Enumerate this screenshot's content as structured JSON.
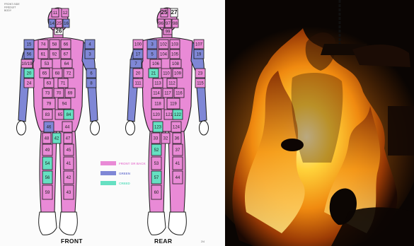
{
  "header_text": [
    "FRONT-SIDE",
    "FIRESUIT",
    "BODY"
  ],
  "views": {
    "front": {
      "label": "FRONT"
    },
    "rear": {
      "label": "REAR"
    }
  },
  "corner_mark": "2/4",
  "colors": {
    "pink": "#e98ad6",
    "blue": "#7f87d6",
    "teal": "#66e0c2",
    "white": "#ffffff",
    "outline": "#1a1a1a"
  },
  "legend": [
    {
      "color": "pink",
      "text": "FRONT OR BACK"
    },
    {
      "color": "blue",
      "text": "GREEN"
    },
    {
      "color": "teal",
      "text": "CREED"
    }
  ],
  "front_zones": [
    {
      "n": "11",
      "c": "pink"
    },
    {
      "n": "12",
      "c": "pink"
    },
    {
      "n": "14",
      "c": "blue"
    },
    {
      "n": "25",
      "c": "pink"
    },
    {
      "n": "16",
      "c": "blue"
    },
    {
      "n": "26",
      "c": "white"
    },
    {
      "n": "15",
      "c": "blue"
    },
    {
      "n": "74",
      "c": "pink"
    },
    {
      "n": "58",
      "c": "pink"
    },
    {
      "n": "66",
      "c": "pink"
    },
    {
      "n": "4",
      "c": "blue"
    },
    {
      "n": "56",
      "c": "blue"
    },
    {
      "n": "61",
      "c": "pink"
    },
    {
      "n": "92",
      "c": "pink"
    },
    {
      "n": "67",
      "c": "pink"
    },
    {
      "n": "3",
      "c": "blue"
    },
    {
      "n": "10/19",
      "c": "pink"
    },
    {
      "n": "53",
      "c": "pink"
    },
    {
      "n": "64",
      "c": "pink"
    },
    {
      "n": "20",
      "c": "teal"
    },
    {
      "n": "65",
      "c": "pink"
    },
    {
      "n": "68",
      "c": "pink"
    },
    {
      "n": "72",
      "c": "pink"
    },
    {
      "n": "6",
      "c": "blue"
    },
    {
      "n": "24",
      "c": "pink"
    },
    {
      "n": "63",
      "c": "pink"
    },
    {
      "n": "71",
      "c": "pink"
    },
    {
      "n": "8",
      "c": "blue"
    },
    {
      "n": "73",
      "c": "pink"
    },
    {
      "n": "70",
      "c": "pink"
    },
    {
      "n": "69",
      "c": "pink"
    },
    {
      "n": "79",
      "c": "pink"
    },
    {
      "n": "94",
      "c": "pink"
    },
    {
      "n": "83",
      "c": "pink"
    },
    {
      "n": "65",
      "c": "pink"
    },
    {
      "n": "84",
      "c": "teal"
    },
    {
      "n": "46",
      "c": "blue"
    },
    {
      "n": "44",
      "c": "pink"
    },
    {
      "n": "48",
      "c": "pink"
    },
    {
      "n": "42",
      "c": "teal"
    },
    {
      "n": "47",
      "c": "pink"
    },
    {
      "n": "49",
      "c": "pink"
    },
    {
      "n": "45",
      "c": "pink"
    },
    {
      "n": "54",
      "c": "teal"
    },
    {
      "n": "41",
      "c": "pink"
    },
    {
      "n": "56",
      "c": "teal"
    },
    {
      "n": "42",
      "c": "pink"
    },
    {
      "n": "59",
      "c": "pink"
    },
    {
      "n": "43",
      "c": "pink"
    }
  ],
  "rear_zones": [
    {
      "n": "25",
      "c": "pink"
    },
    {
      "n": "27",
      "c": "white"
    },
    {
      "n": "96",
      "c": "pink"
    },
    {
      "n": "97",
      "c": "pink"
    },
    {
      "n": "98",
      "c": "pink"
    },
    {
      "n": "99",
      "c": "pink"
    },
    {
      "n": "100",
      "c": "pink"
    },
    {
      "n": "3",
      "c": "blue"
    },
    {
      "n": "102",
      "c": "pink"
    },
    {
      "n": "103",
      "c": "pink"
    },
    {
      "n": "107",
      "c": "pink"
    },
    {
      "n": "17",
      "c": "blue"
    },
    {
      "n": "5",
      "c": "blue"
    },
    {
      "n": "104",
      "c": "pink"
    },
    {
      "n": "105",
      "c": "pink"
    },
    {
      "n": "19",
      "c": "blue"
    },
    {
      "n": "7",
      "c": "blue"
    },
    {
      "n": "106",
      "c": "pink"
    },
    {
      "n": "108",
      "c": "pink"
    },
    {
      "n": "20",
      "c": "pink"
    },
    {
      "n": "21",
      "c": "teal"
    },
    {
      "n": "110",
      "c": "pink"
    },
    {
      "n": "109",
      "c": "pink"
    },
    {
      "n": "23",
      "c": "pink"
    },
    {
      "n": "111",
      "c": "pink"
    },
    {
      "n": "113",
      "c": "pink"
    },
    {
      "n": "112",
      "c": "pink"
    },
    {
      "n": "115",
      "c": "pink"
    },
    {
      "n": "114",
      "c": "pink"
    },
    {
      "n": "117",
      "c": "pink"
    },
    {
      "n": "116",
      "c": "pink"
    },
    {
      "n": "118",
      "c": "pink"
    },
    {
      "n": "119",
      "c": "pink"
    },
    {
      "n": "120",
      "c": "pink"
    },
    {
      "n": "121",
      "c": "pink"
    },
    {
      "n": "122",
      "c": "teal"
    },
    {
      "n": "123",
      "c": "teal"
    },
    {
      "n": "124",
      "c": "pink"
    },
    {
      "n": "33",
      "c": "pink"
    },
    {
      "n": "32",
      "c": "pink"
    },
    {
      "n": "36",
      "c": "pink"
    },
    {
      "n": "52",
      "c": "teal"
    },
    {
      "n": "37",
      "c": "pink"
    },
    {
      "n": "53",
      "c": "pink"
    },
    {
      "n": "41",
      "c": "pink"
    },
    {
      "n": "57",
      "c": "teal"
    },
    {
      "n": "44",
      "c": "pink"
    },
    {
      "n": "60",
      "c": "pink"
    }
  ]
}
